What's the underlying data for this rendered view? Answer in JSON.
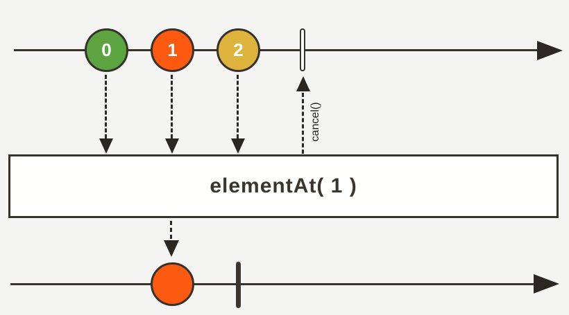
{
  "colors": {
    "background": "#f4f4f2",
    "line": "#35312b",
    "marble_green": "#5ca43f",
    "marble_orange": "#fb5a10",
    "marble_gold": "#ddb33d",
    "marble_stroke": "#35312b",
    "marble_label_text": "#ffffff",
    "box_fill": "#fffffe",
    "box_border": "#35312b",
    "box_text": "#3a352e"
  },
  "input_stream": {
    "marbles": [
      {
        "label": "0",
        "color": "#5ca43f"
      },
      {
        "label": "1",
        "color": "#fb5a10"
      },
      {
        "label": "2",
        "color": "#ddb33d"
      }
    ]
  },
  "operator": {
    "label": "elementAt( 1 )"
  },
  "cancel": {
    "label": "cancel()"
  },
  "output_stream": {
    "marbles": [
      {
        "label": "",
        "color": "#fb5a10"
      }
    ]
  }
}
